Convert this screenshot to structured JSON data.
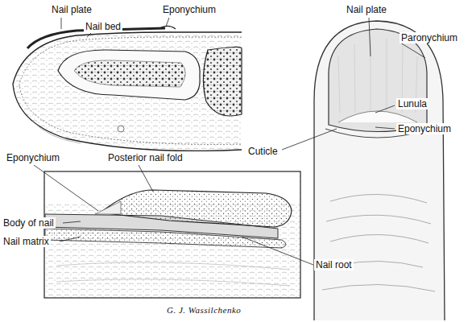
{
  "diagram": {
    "labels": [
      "Nail plate",
      "Eponychium",
      "Nail bed",
      "Nail plate",
      "Paronychium",
      "Lunula",
      "Eponychium",
      "Cuticle",
      "Eponychium",
      "Posterior nail fold",
      "Body of nail",
      "Nail matrix",
      "Nail root",
      "G. J. Wassilchenko"
    ]
  }
}
